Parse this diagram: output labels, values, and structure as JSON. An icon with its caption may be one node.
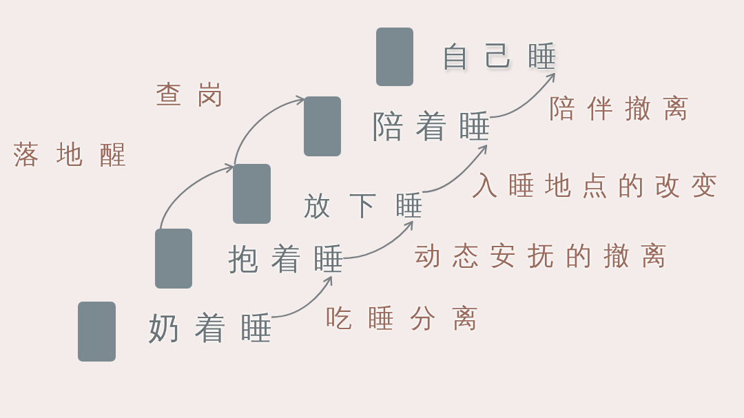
{
  "diagram": {
    "nodes": [
      {
        "text": [],
        "shape": "box"
      },
      {
        "text": [
          "奶着睡"
        ]
      },
      {
        "text": [],
        "shape": "box"
      },
      {
        "text": [
          "抱着睡"
        ]
      },
      {
        "text": [],
        "shape": "box"
      },
      {
        "text": [
          "放下睡"
        ]
      },
      {
        "text": [],
        "shape": "box"
      },
      {
        "text": [
          "陪着睡"
        ]
      },
      {
        "text": [],
        "shape": "box"
      },
      {
        "text": [
          "自己睡"
        ]
      }
    ],
    "edges": [
      {
        "from": 1,
        "to": 3,
        "arrow": "to",
        "label": "吃睡分离"
      },
      {
        "from": 3,
        "to": 5,
        "arrow": "to",
        "label": "动态安抚的撤离"
      },
      {
        "from": 5,
        "to": 7,
        "arrow": "to",
        "label": "入睡地点的改变"
      },
      {
        "from": 7,
        "to": 9,
        "arrow": "to",
        "label": "陪伴撤离"
      },
      {
        "from": 2,
        "to": 4,
        "arrow": "to",
        "label": "落地醒"
      },
      {
        "from": 4,
        "to": 6,
        "arrow": "to",
        "label": "查岗"
      }
    ]
  }
}
